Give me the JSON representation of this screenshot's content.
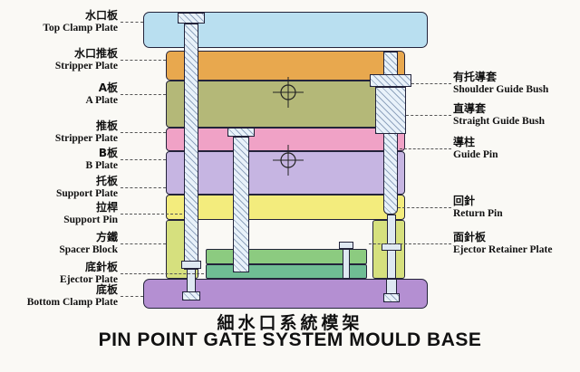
{
  "title": {
    "chinese": "細水口系統模架",
    "english": "PIN POINT GATE SYSTEM MOULD BASE"
  },
  "left_labels": [
    {
      "cn": "水口板",
      "en": "Top Clamp Plate"
    },
    {
      "cn": "水口推板",
      "en": "Stripper Plate"
    },
    {
      "cn": "A板",
      "en": "A Plate"
    },
    {
      "cn": "推板",
      "en": "Stripper Plate"
    },
    {
      "cn": "B板",
      "en": "B Plate"
    },
    {
      "cn": "托板",
      "en": "Support Plate"
    },
    {
      "cn": "拉桿",
      "en": "Support Pin"
    },
    {
      "cn": "方鐵",
      "en": "Spacer Block"
    },
    {
      "cn": "底針板",
      "en": "Ejector Plate"
    },
    {
      "cn": "底板",
      "en": "Bottom Clamp Plate"
    }
  ],
  "right_labels": [
    {
      "cn": "有托導套",
      "en": "Shoulder Guide Bush"
    },
    {
      "cn": "直導套",
      "en": "Straight Guide Bush"
    },
    {
      "cn": "導柱",
      "en": "Guide Pin"
    },
    {
      "cn": "回針",
      "en": "Return Pin"
    },
    {
      "cn": "面針板",
      "en": "Ejector Retainer Plate"
    }
  ],
  "symbols": {
    "center_mark": "⊕"
  },
  "colors": {
    "top_clamp_plate": "#b9dff0",
    "stripper_plate_top": "#e8a84e",
    "a_plate": "#b4b878",
    "stripper_plate_mid": "#f0a2c6",
    "b_plate": "#c6b5e2",
    "support_plate": "#f3ec7d",
    "spacer_block": "#d6e07e",
    "ejector_retainer_plate": "#8ccb80",
    "ejector_plate": "#6fbd94",
    "bottom_clamp_plate": "#b48fd2",
    "pin_fill": "#e9f2fa",
    "outline": "#23233a"
  }
}
